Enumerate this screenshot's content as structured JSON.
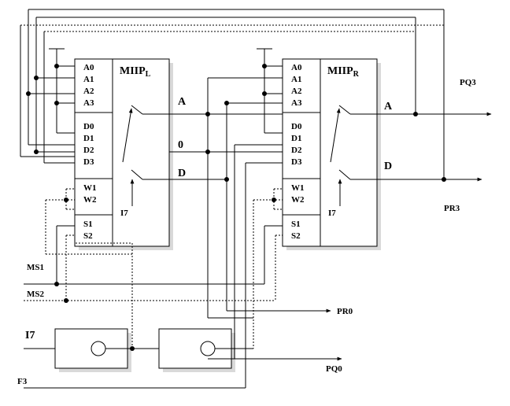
{
  "left_chip": {
    "title": "MIIP",
    "subscript": "L",
    "pins": [
      "A0",
      "A1",
      "A2",
      "A3",
      "D0",
      "D1",
      "D2",
      "D3",
      "W1",
      "W2",
      "S1",
      "S2"
    ],
    "out_a": "A",
    "out_zero": "0",
    "out_d": "D",
    "in_i7": "I7"
  },
  "right_chip": {
    "title": "MIIP",
    "subscript": "R",
    "pins": [
      "A0",
      "A1",
      "A2",
      "A3",
      "D0",
      "D1",
      "D2",
      "D3",
      "W1",
      "W2",
      "S1",
      "S2"
    ],
    "out_a": "A",
    "out_d": "D",
    "in_i7": "I7"
  },
  "signals": {
    "ms1": "MS1",
    "ms2": "MS2",
    "i7": "I7",
    "f3": "F3",
    "pq3": "PQ3",
    "pr3": "PR3",
    "pr0": "PR0",
    "pq0": "PQ0"
  }
}
